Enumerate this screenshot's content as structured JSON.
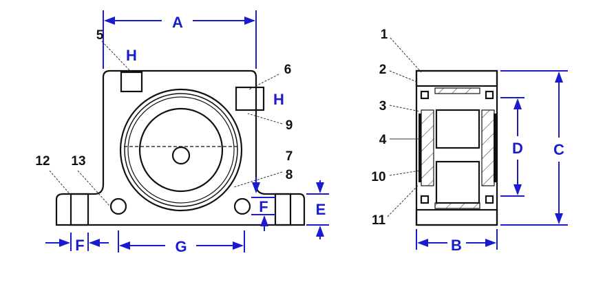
{
  "front_view": {
    "dimensions": {
      "A": "A",
      "H_top": "H",
      "H_side": "H",
      "E": "E",
      "F_side": "F",
      "F_bottom": "F",
      "G": "G"
    },
    "part_numbers": {
      "p5": "5",
      "p6": "6",
      "p9": "9",
      "p7": "7",
      "p8": "8",
      "p12": "12",
      "p13": "13"
    }
  },
  "side_view": {
    "dimensions": {
      "B": "B",
      "C": "C",
      "D": "D"
    },
    "part_numbers": {
      "p1": "1",
      "p2": "2",
      "p3": "3",
      "p4": "4",
      "p10": "10",
      "p11": "11"
    }
  },
  "colors": {
    "dimension": "#1a1ad0",
    "outline": "#111111"
  }
}
